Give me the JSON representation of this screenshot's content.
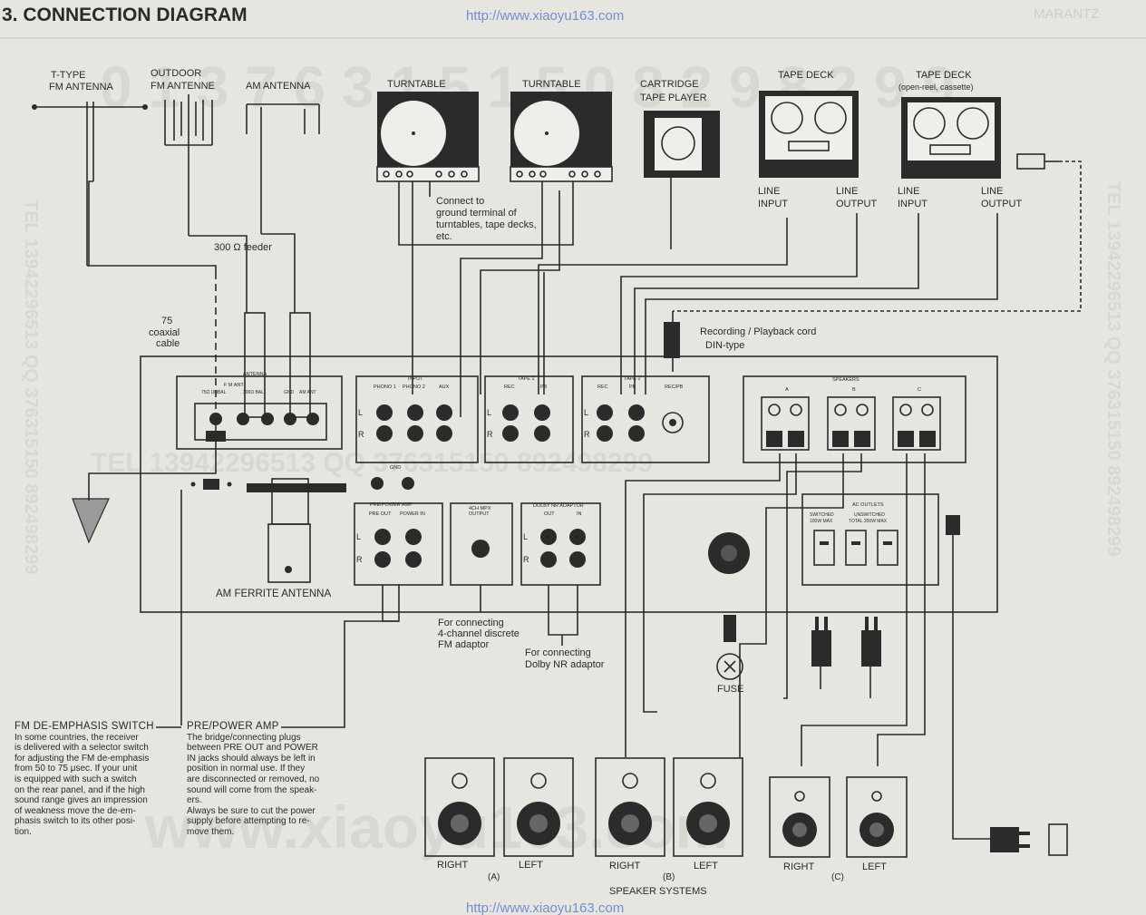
{
  "header": {
    "title": "3.  CONNECTION DIAGRAM",
    "url_top": "http://www.xiaoyu163.com",
    "url_bottom": "http://www.xiaoyu163.com",
    "brand": "MARANTZ"
  },
  "antennas": {
    "ttype_line1": "T-TYPE",
    "ttype_line2": "FM ANTENNA",
    "outdoor_line1": "OUTDOOR",
    "outdoor_line2": "FM ANTENNE",
    "am": "AM ANTENNA",
    "feeder": "300 Ω  feeder",
    "coax_line1": "75",
    "coax_line2": "coaxial",
    "coax_line3": "cable",
    "ferrite": "AM FERRITE ANTENNA"
  },
  "sources": {
    "turntable1": "TURNTABLE",
    "turntable2": "TURNTABLE",
    "cartridge_line1": "CARTRIDGE",
    "cartridge_line2": "TAPE PLAYER",
    "tapedeck1": "TAPE DECK",
    "tapedeck2": "TAPE DECK",
    "tapedeck2_sub": "(open-reel, cassette)",
    "line_input": "LINE",
    "line_input2": "INPUT",
    "line_output": "LINE",
    "line_output2": "OUTPUT"
  },
  "ground_note": [
    "Connect  to",
    "ground  terminal  of",
    "turntables,  tape  decks,",
    "etc."
  ],
  "din_note": [
    "Recording / Playback  cord",
    "DIN-type"
  ],
  "panel": {
    "antenna": "ANTENNA",
    "fm_ant": "F M  ANT",
    "unbal": "75Ω UNBAL",
    "bal": "300Ω BAL",
    "gnd": "GND",
    "am_ant": "AM ANT",
    "input": "INPUT",
    "phono1": "PHONO 1",
    "phono2": "PHONO 2",
    "aux": "AUX",
    "tape1": "TAPE 1",
    "tape2": "TAPE 2",
    "rec": "REC",
    "pb": "PB",
    "recpb": "REC/PB",
    "speakers": "SPEAKERS",
    "spk_a": "A",
    "spk_b": "B",
    "spk_c": "C",
    "ch_l": "L",
    "ch_r": "R",
    "pre_power": "PRE/POWER AMP",
    "pre_out": "PRE OUT",
    "power_in": "POWER IN",
    "mpx": "4CH MPX",
    "mpx2": "OUTPUT",
    "dolby": "DOLBY NR ADAPTOR",
    "out": "OUT",
    "in": "IN",
    "ac_outlets": "AC OUTLETS",
    "switched": "SWITCHED",
    "switched2": "100W MAX",
    "unswitched": "UNSWITCHED",
    "unswitched2": "TOTAL 200W MAX",
    "fuse": "FUSE"
  },
  "adaptors": {
    "fm_line1": "For  connecting",
    "fm_line2": "4-channel  discrete",
    "fm_line3": "FM  adaptor",
    "dolby_line1": "For  connecting",
    "dolby_line2": "Dolby NR  adaptor"
  },
  "speakers": {
    "right": "RIGHT",
    "left": "LEFT",
    "a": "(A)",
    "b": "(B)",
    "c": "(C)",
    "systems": "SPEAKER  SYSTEMS"
  },
  "notes": {
    "fm_title": "FM DE-EMPHASIS SWITCH",
    "fm_body": [
      "In  some  countries,  the  receiver",
      "is delivered with a selector switch",
      "for adjusting the FM de-emphasis",
      "from 50 to 75 μsec. If your unit",
      "is equipped with such a switch",
      "on the rear panel, and if the high",
      "sound range gives an impression",
      "of  weakness  move  the  de-em-",
      "phasis  switch  to  its  other  posi-",
      "tion."
    ],
    "pp_title": "PRE/POWER AMP",
    "pp_body": [
      "The    bridge/connecting   plugs",
      "between PRE OUT and POWER",
      "IN jacks should always be left in",
      "position  in  normal  use.  If  they",
      "are disconnected or removed, no",
      "sound will come from the speak-",
      "ers.",
      "Always be sure to cut the power",
      "supply before attempting to re-",
      "move them."
    ]
  },
  "watermark": {
    "big_top": "0 1 3 7 6 3 1 5 1 5 0     8 2 9 8 2 9 9",
    "big_mid": "TEL  13942296513    QQ  376315150    892498299",
    "big_bottom": "www.xiaoyu163.com",
    "vert_left": "TEL  13942296513    QQ  376315150    892498299",
    "vert_right": "TEL  13942296513    QQ  376315150    892498299"
  }
}
